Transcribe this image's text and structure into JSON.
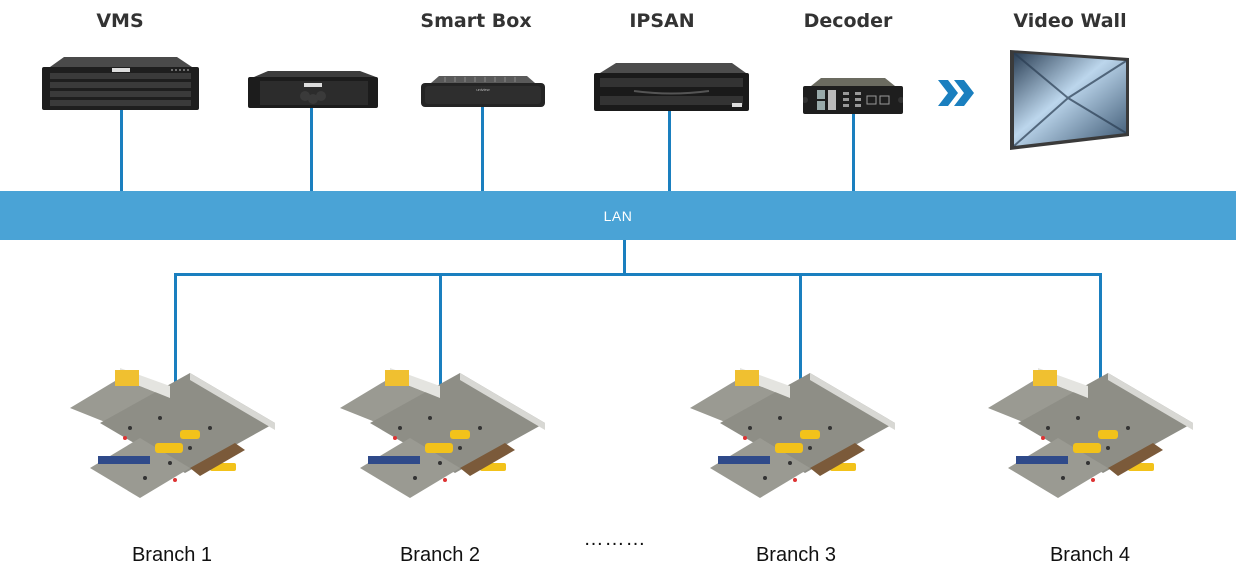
{
  "devices": [
    {
      "id": "vms",
      "label": "VMS",
      "icon": "server-rack-icon"
    },
    {
      "id": "nvr",
      "label": "",
      "icon": "nvr-icon"
    },
    {
      "id": "smart_box",
      "label": "Smart Box",
      "icon": "smart-box-icon"
    },
    {
      "id": "ipsan",
      "label": "IPSAN",
      "icon": "storage-array-icon"
    },
    {
      "id": "decoder",
      "label": "Decoder",
      "icon": "decoder-icon"
    },
    {
      "id": "video_wall",
      "label": "Video Wall",
      "icon": "video-wall-icon"
    }
  ],
  "arrow_icon": "double-chevron-right-icon",
  "lan": {
    "label": "LAN"
  },
  "branches": [
    {
      "label": "Branch 1"
    },
    {
      "label": "Branch 2"
    },
    {
      "label": "Branch 3"
    },
    {
      "label": "Branch 4"
    }
  ],
  "ellipsis": "………",
  "colors": {
    "lan": "#4aa3d6",
    "line": "#1a7fbf",
    "accent": "#f2c21a"
  }
}
